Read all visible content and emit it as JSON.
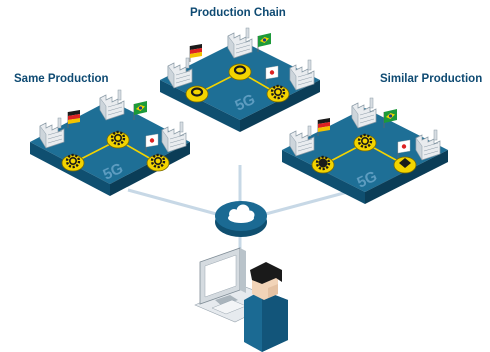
{
  "titles": {
    "production_chain": "Production Chain",
    "same_production": "Same Production",
    "similar_production": "Similar Production"
  },
  "platform_label": "5G",
  "colors": {
    "platform_top": "#1e6f96",
    "platform_side": "#0f4f70",
    "platform_side_dark": "#0b3d57",
    "node_yellow": "#f3d400",
    "node_dark": "#1a1a1a",
    "link": "#c7d8e6",
    "title_blue": "#0e4a72",
    "cloud": "#ffffff",
    "hub": "#1b6a93"
  },
  "flags": [
    "germany-flag",
    "brazil-flag",
    "japan-flag"
  ]
}
